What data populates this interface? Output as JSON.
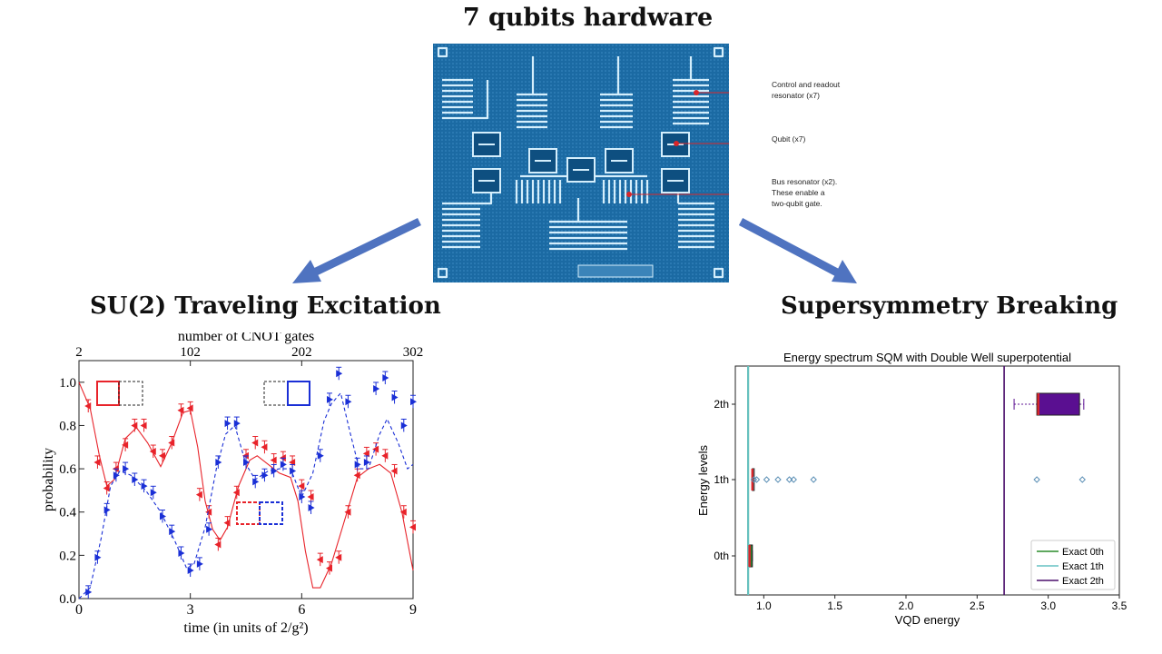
{
  "title": "7 qubits hardware",
  "hardware": {
    "annotations": [
      {
        "lines": [
          "Control and readout",
          "resonator (x7)"
        ]
      },
      {
        "lines": [
          "Qubit (x7)"
        ]
      },
      {
        "lines": [
          "Bus resonator (x2).",
          "These enable a",
          "two-qubit gate."
        ]
      }
    ],
    "colors": {
      "chip": "#1e6fa8",
      "marker": "#d9262a",
      "arrow": "#4f73c0"
    }
  },
  "left_panel": {
    "title": "SU(2) Traveling Excitation"
  },
  "right_panel": {
    "title": "Supersymmetry Breaking"
  },
  "chart_data": [
    {
      "type": "line",
      "title": "",
      "xlabel": "time  (in units of 2/g²)",
      "ylabel": "probability",
      "top_xlabel": "number of CNOT gates",
      "xlim": [
        0,
        9
      ],
      "ylim": [
        0,
        1.1
      ],
      "x_ticks": [
        0,
        3,
        6,
        9
      ],
      "y_ticks": [
        "0.0",
        "0.2",
        "0.4",
        "0.6",
        "0.8",
        "1.0"
      ],
      "top_ticks": [
        "2",
        "102",
        "202",
        "302"
      ],
      "series": [
        {
          "color": "#e8232a",
          "marker": "left-triangle",
          "points": [
            [
              0.25,
              0.89
            ],
            [
              0.5,
              0.63
            ],
            [
              0.75,
              0.51
            ],
            [
              1.0,
              0.6
            ],
            [
              1.25,
              0.71
            ],
            [
              1.5,
              0.8
            ],
            [
              1.75,
              0.8
            ],
            [
              2.0,
              0.68
            ],
            [
              2.25,
              0.66
            ],
            [
              2.5,
              0.72
            ],
            [
              2.75,
              0.87
            ],
            [
              3.0,
              0.88
            ],
            [
              3.25,
              0.48
            ],
            [
              3.5,
              0.4
            ],
            [
              3.75,
              0.25
            ],
            [
              4.0,
              0.35
            ],
            [
              4.25,
              0.49
            ],
            [
              4.5,
              0.66
            ],
            [
              4.75,
              0.72
            ],
            [
              5.0,
              0.7
            ],
            [
              5.25,
              0.64
            ],
            [
              5.5,
              0.65
            ],
            [
              5.75,
              0.63
            ],
            [
              6.0,
              0.52
            ],
            [
              6.25,
              0.47
            ],
            [
              6.5,
              0.18
            ],
            [
              6.75,
              0.14
            ],
            [
              7.0,
              0.19
            ],
            [
              7.25,
              0.4
            ],
            [
              7.5,
              0.57
            ],
            [
              7.75,
              0.67
            ],
            [
              8.0,
              0.69
            ],
            [
              8.25,
              0.66
            ],
            [
              8.5,
              0.59
            ],
            [
              8.75,
              0.4
            ],
            [
              9.0,
              0.33
            ]
          ],
          "curve": [
            [
              0,
              1.0
            ],
            [
              0.3,
              0.88
            ],
            [
              0.55,
              0.66
            ],
            [
              0.75,
              0.52
            ],
            [
              0.95,
              0.55
            ],
            [
              1.25,
              0.74
            ],
            [
              1.55,
              0.79
            ],
            [
              1.85,
              0.72
            ],
            [
              2.2,
              0.61
            ],
            [
              2.5,
              0.72
            ],
            [
              2.8,
              0.86
            ],
            [
              3.0,
              0.87
            ],
            [
              3.2,
              0.7
            ],
            [
              3.4,
              0.45
            ],
            [
              3.6,
              0.32
            ],
            [
              3.8,
              0.27
            ],
            [
              4.0,
              0.33
            ],
            [
              4.3,
              0.52
            ],
            [
              4.6,
              0.64
            ],
            [
              4.8,
              0.66
            ],
            [
              5.1,
              0.62
            ],
            [
              5.4,
              0.58
            ],
            [
              5.7,
              0.56
            ],
            [
              5.9,
              0.45
            ],
            [
              6.1,
              0.22
            ],
            [
              6.3,
              0.05
            ],
            [
              6.5,
              0.05
            ],
            [
              6.8,
              0.16
            ],
            [
              7.1,
              0.33
            ],
            [
              7.5,
              0.56
            ],
            [
              7.8,
              0.6
            ],
            [
              8.1,
              0.62
            ],
            [
              8.4,
              0.58
            ],
            [
              8.7,
              0.4
            ],
            [
              9.0,
              0.13
            ]
          ]
        },
        {
          "color": "#1a2fd6",
          "marker": "right-triangle",
          "points": [
            [
              0.25,
              0.03
            ],
            [
              0.5,
              0.19
            ],
            [
              0.75,
              0.41
            ],
            [
              1.0,
              0.57
            ],
            [
              1.25,
              0.6
            ],
            [
              1.5,
              0.55
            ],
            [
              1.75,
              0.52
            ],
            [
              2.0,
              0.49
            ],
            [
              2.25,
              0.38
            ],
            [
              2.5,
              0.31
            ],
            [
              2.75,
              0.21
            ],
            [
              3.0,
              0.13
            ],
            [
              3.25,
              0.16
            ],
            [
              3.5,
              0.32
            ],
            [
              3.75,
              0.63
            ],
            [
              4.0,
              0.81
            ],
            [
              4.25,
              0.81
            ],
            [
              4.5,
              0.63
            ],
            [
              4.75,
              0.54
            ],
            [
              5.0,
              0.57
            ],
            [
              5.25,
              0.59
            ],
            [
              5.5,
              0.62
            ],
            [
              5.75,
              0.59
            ],
            [
              6.0,
              0.47
            ],
            [
              6.25,
              0.42
            ],
            [
              6.5,
              0.66
            ],
            [
              6.75,
              0.92
            ],
            [
              7.0,
              1.04
            ],
            [
              7.25,
              0.91
            ],
            [
              7.5,
              0.62
            ],
            [
              7.75,
              0.63
            ],
            [
              8.0,
              0.97
            ],
            [
              8.25,
              1.02
            ],
            [
              8.5,
              0.93
            ],
            [
              8.75,
              0.8
            ],
            [
              9.0,
              0.91
            ]
          ],
          "curve": [
            [
              0,
              0.0
            ],
            [
              0.3,
              0.05
            ],
            [
              0.6,
              0.28
            ],
            [
              0.85,
              0.52
            ],
            [
              1.1,
              0.59
            ],
            [
              1.4,
              0.57
            ],
            [
              1.8,
              0.5
            ],
            [
              2.2,
              0.4
            ],
            [
              2.6,
              0.26
            ],
            [
              2.9,
              0.14
            ],
            [
              3.1,
              0.16
            ],
            [
              3.4,
              0.33
            ],
            [
              3.7,
              0.6
            ],
            [
              3.95,
              0.76
            ],
            [
              4.2,
              0.8
            ],
            [
              4.5,
              0.62
            ],
            [
              4.75,
              0.55
            ],
            [
              5.1,
              0.59
            ],
            [
              5.4,
              0.6
            ],
            [
              5.7,
              0.6
            ],
            [
              6.0,
              0.47
            ],
            [
              6.3,
              0.58
            ],
            [
              6.6,
              0.82
            ],
            [
              6.8,
              0.9
            ],
            [
              7.05,
              0.95
            ],
            [
              7.3,
              0.77
            ],
            [
              7.55,
              0.6
            ],
            [
              7.8,
              0.6
            ],
            [
              8.1,
              0.76
            ],
            [
              8.3,
              0.83
            ],
            [
              8.6,
              0.72
            ],
            [
              8.85,
              0.6
            ],
            [
              9.0,
              0.62
            ]
          ]
        }
      ]
    },
    {
      "type": "box",
      "title": "Energy spectrum SQM with Double Well superpotential",
      "xlabel": "VQD energy",
      "ylabel": "Energy levels",
      "xlim": [
        0.8,
        3.5
      ],
      "x_ticks": [
        "1.0",
        "1.5",
        "2.0",
        "2.5",
        "3.0",
        "3.5"
      ],
      "categories": [
        "0th",
        "1th",
        "2th"
      ],
      "boxes": [
        {
          "level": "0th",
          "q1": 0.9,
          "median": 0.9,
          "q3": 0.92,
          "whisker_low": 0.9,
          "whisker_high": 0.92,
          "fill": "#2e7d32",
          "outliers": []
        },
        {
          "level": "1th",
          "q1": 0.92,
          "median": 0.92,
          "q3": 0.93,
          "whisker_low": 0.92,
          "whisker_high": 0.93,
          "fill": "#89c5d6",
          "outliers": [
            0.93,
            0.95,
            1.02,
            1.1,
            1.18,
            1.21,
            1.35,
            2.92,
            3.24
          ]
        },
        {
          "level": "2th",
          "q1": 2.92,
          "median": 2.93,
          "q3": 3.22,
          "whisker_low": 2.76,
          "whisker_high": 3.25,
          "fill": "#5a0f91",
          "outliers": []
        }
      ],
      "reference_lines": [
        {
          "name": "Exact 0th",
          "value": 0.89,
          "color": "#2a8c2a"
        },
        {
          "name": "Exact 1th",
          "value": 0.89,
          "color": "#67c2c4"
        },
        {
          "name": "Exact 2th",
          "value": 2.69,
          "color": "#4b0f6b"
        }
      ],
      "legend": "lower-right"
    }
  ]
}
